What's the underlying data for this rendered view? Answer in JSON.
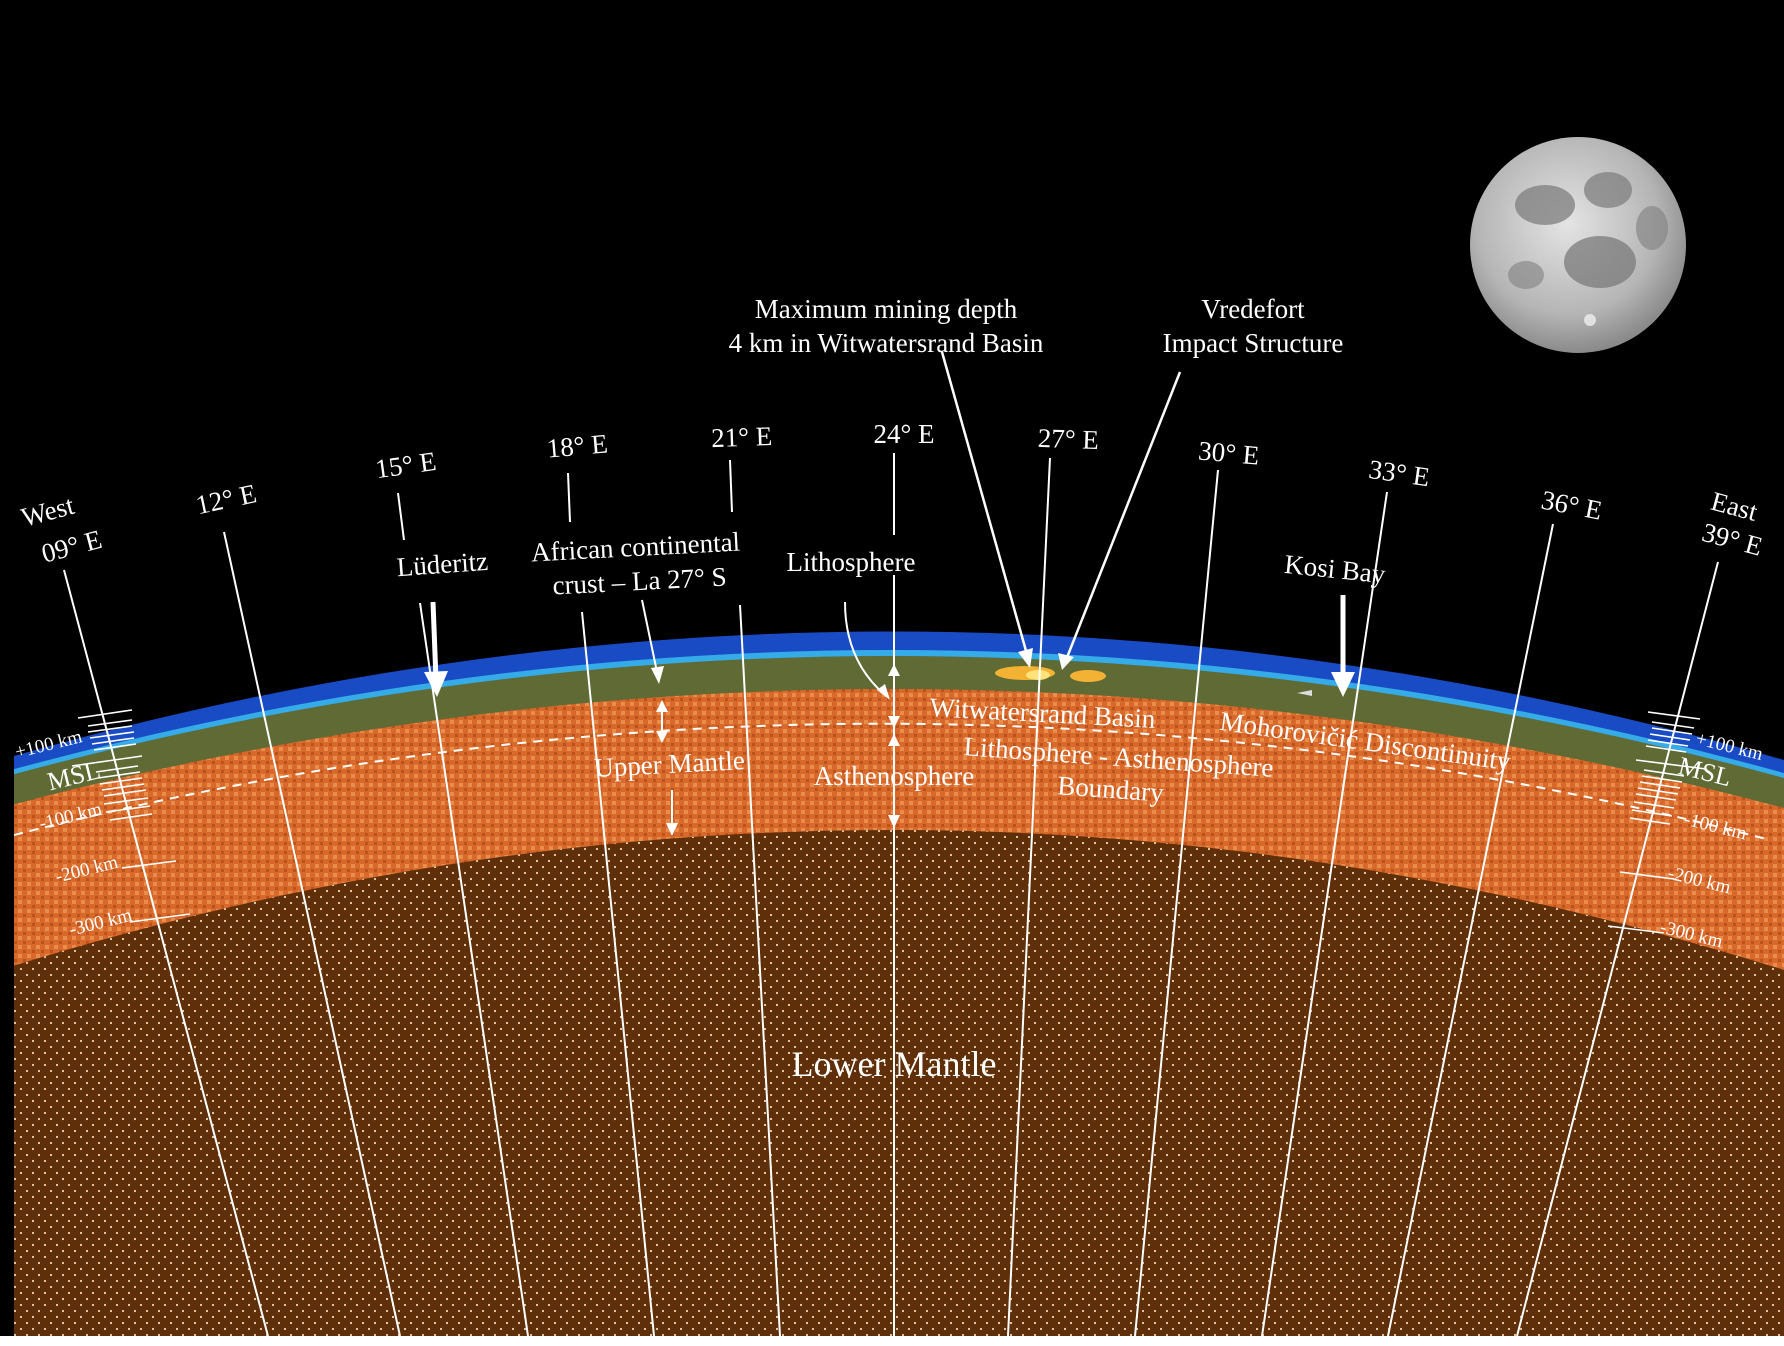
{
  "labels": {
    "mining_line1": "Maximum mining depth",
    "mining_line2": "4 km in Witwatersrand Basin",
    "vredefort_line1": "Vredefort",
    "vredefort_line2": "Impact Structure",
    "west": "West",
    "east": "East",
    "luderitz": "Lüderitz",
    "crust_line1": "African continental",
    "crust_line2": "crust  – La 27° S",
    "lithosphere": "Lithosphere",
    "kosi_bay": "Kosi Bay",
    "witwatersrand": "Witwatersrand  Basin",
    "moho": "Mohorovičić  Discontinuity",
    "upper_mantle": "Upper Mantle",
    "asthenosphere": "Asthenosphere",
    "lab_line1": "Lithosphere  - Asthenosphere",
    "lab_line2": "Boundary",
    "lower_mantle": "Lower Mantle"
  },
  "longitudes": [
    "09° E",
    "12° E",
    "15° E",
    "18° E",
    "21° E",
    "24° E",
    "27° E",
    "30° E",
    "33° E",
    "36° E",
    "39° E"
  ],
  "scale_left": {
    "plus100": "+100 km",
    "msl": "MSL",
    "minus100": "-100 km",
    "minus200": "-200 km",
    "minus300": "-300 km"
  },
  "scale_right": {
    "plus100": "+100 km",
    "msl": "MSL",
    "minus100": "-100 km",
    "minus200": "-200 km",
    "minus300": "-300 km"
  },
  "colors": {
    "space": "#000000",
    "atmosphere": "#1a4fd0",
    "crust": "#5f6a34",
    "upper_mantle": "#d8692a",
    "lower_mantle": "#5e2f09",
    "lines": "#ffffff"
  }
}
